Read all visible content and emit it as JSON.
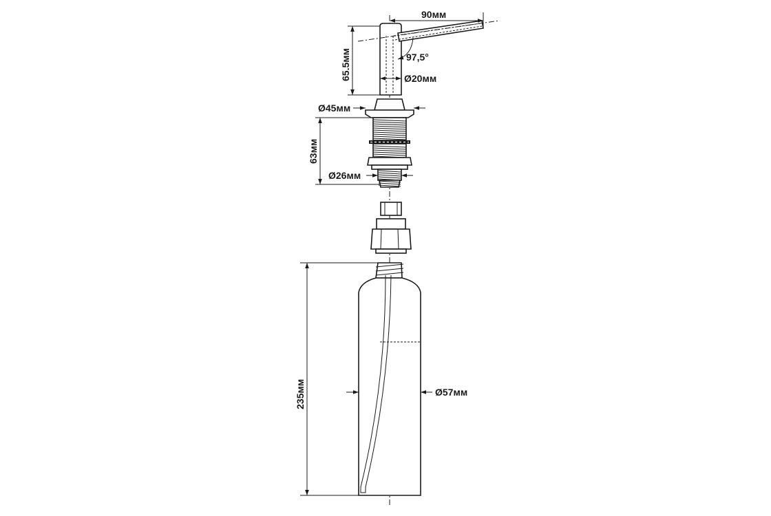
{
  "diagram": {
    "dimensions": {
      "spout_length": "90мм",
      "spout_angle": "97,5°",
      "spout_height": "65.5мм",
      "tube_diameter": "Ø20мм",
      "flange_diameter": "Ø45мм",
      "threaded_length": "63мм",
      "thread_diameter": "Ø26мм",
      "bottle_height": "235мм",
      "bottle_diameter": "Ø57мм"
    },
    "colors": {
      "line": "#1a1a1a",
      "background": "#ffffff"
    }
  }
}
